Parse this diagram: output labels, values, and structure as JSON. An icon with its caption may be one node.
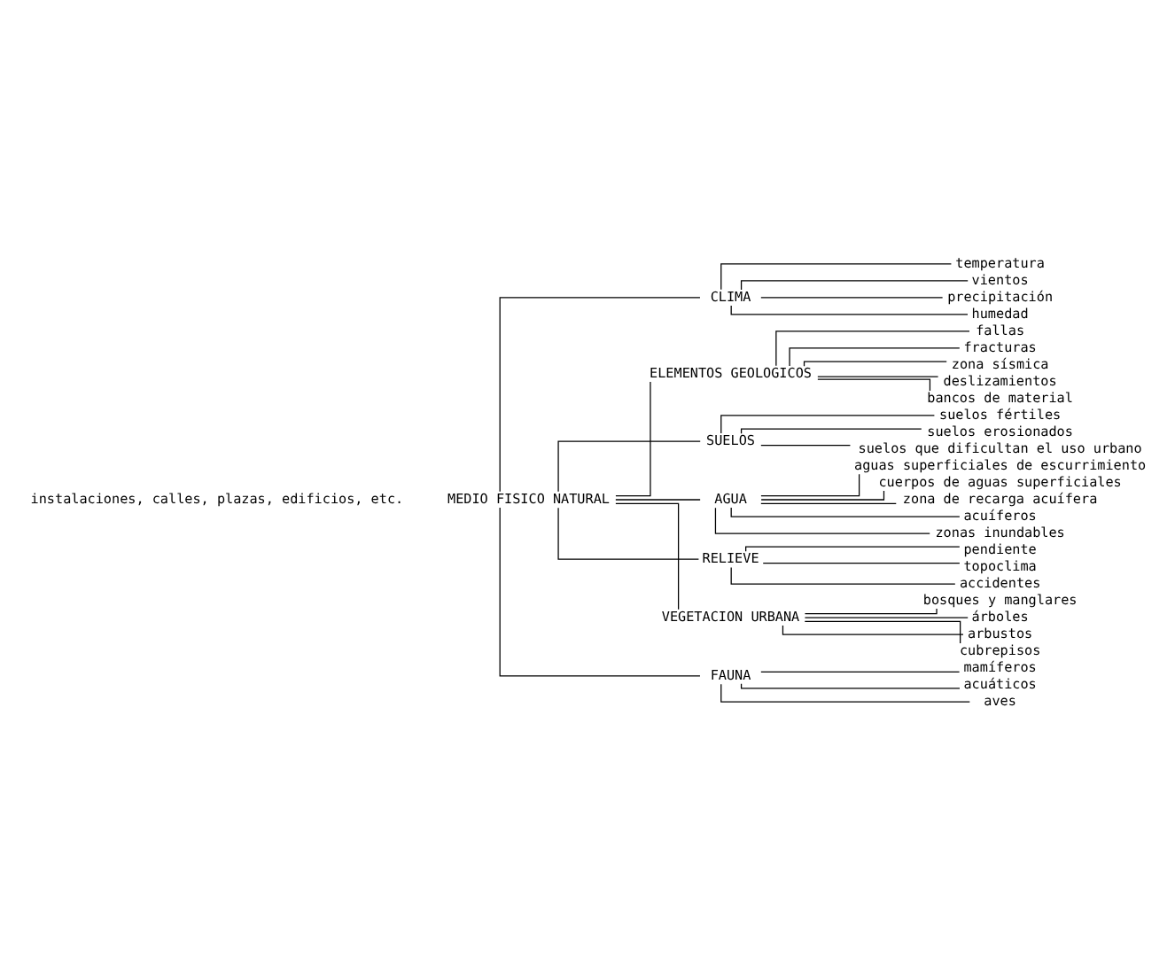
{
  "diagram": {
    "nodes": [
      {
        "text": [
          "MEDIO FISICO NATURAL"
        ]
      },
      {
        "text": [
          "CLIMA"
        ]
      },
      {
        "text": [
          "temperatura"
        ]
      },
      {
        "text": [
          "vientos"
        ]
      },
      {
        "text": [
          "precipitación"
        ]
      },
      {
        "text": [
          "humedad"
        ]
      },
      {
        "text": [
          "ELEMENTOS GEOLOGICOS"
        ]
      },
      {
        "text": [
          "fallas"
        ]
      },
      {
        "text": [
          "fracturas"
        ]
      },
      {
        "text": [
          "zona sísmica"
        ]
      },
      {
        "text": [
          "deslizamientos"
        ]
      },
      {
        "text": [
          "bancos de material"
        ]
      },
      {
        "text": [
          "SUELOS"
        ]
      },
      {
        "text": [
          "suelos fértiles"
        ]
      },
      {
        "text": [
          "suelos erosionados"
        ]
      },
      {
        "text": [
          "suelos que dificultan el uso urbano"
        ]
      },
      {
        "text": [
          "AGUA"
        ]
      },
      {
        "text": [
          "aguas superficiales de escurrimiento"
        ]
      },
      {
        "text": [
          "cuerpos de aguas superficiales"
        ]
      },
      {
        "text": [
          "zona de recarga acuífera"
        ]
      },
      {
        "text": [
          "acuíferos"
        ]
      },
      {
        "text": [
          "zonas inundables"
        ]
      },
      {
        "text": [
          "RELIEVE"
        ]
      },
      {
        "text": [
          "pendiente"
        ]
      },
      {
        "text": [
          "topoclima"
        ]
      },
      {
        "text": [
          "accidentes"
        ]
      },
      {
        "text": [
          "VEGETACION URBANA"
        ]
      },
      {
        "text": [
          "bosques y manglares"
        ]
      },
      {
        "text": [
          "árboles"
        ]
      },
      {
        "text": [
          "arbustos"
        ]
      },
      {
        "text": [
          "cubrepisos"
        ]
      },
      {
        "text": [
          "FAUNA"
        ]
      },
      {
        "text": [
          "mamíferos"
        ]
      },
      {
        "text": [
          "acuáticos"
        ]
      },
      {
        "text": [
          "aves"
        ]
      }
    ],
    "edges": [
      {
        "from": 0,
        "to": 1,
        "arrow": "none"
      },
      {
        "from": 1,
        "to": 2,
        "arrow": "none"
      },
      {
        "from": 1,
        "to": 3,
        "arrow": "none"
      },
      {
        "from": 1,
        "to": 4,
        "arrow": "none"
      },
      {
        "from": 1,
        "to": 5,
        "arrow": "none"
      },
      {
        "from": 0,
        "to": 6,
        "arrow": "none"
      },
      {
        "from": 6,
        "to": 7,
        "arrow": "none"
      },
      {
        "from": 6,
        "to": 8,
        "arrow": "none"
      },
      {
        "from": 6,
        "to": 9,
        "arrow": "none"
      },
      {
        "from": 6,
        "to": 10,
        "arrow": "none"
      },
      {
        "from": 6,
        "to": 11,
        "arrow": "none"
      },
      {
        "from": 0,
        "to": 12,
        "arrow": "none"
      },
      {
        "from": 12,
        "to": 13,
        "arrow": "none"
      },
      {
        "from": 12,
        "to": 14,
        "arrow": "none"
      },
      {
        "from": 12,
        "to": 15,
        "arrow": "none"
      },
      {
        "from": 0,
        "to": 16,
        "arrow": "none"
      },
      {
        "from": 16,
        "to": 17,
        "arrow": "none"
      },
      {
        "from": 16,
        "to": 18,
        "arrow": "none"
      },
      {
        "from": 16,
        "to": 19,
        "arrow": "none"
      },
      {
        "from": 16,
        "to": 20,
        "arrow": "none"
      },
      {
        "from": 16,
        "to": 21,
        "arrow": "none"
      },
      {
        "from": 0,
        "to": 22,
        "arrow": "none"
      },
      {
        "from": 22,
        "to": 23,
        "arrow": "none"
      },
      {
        "from": 22,
        "to": 24,
        "arrow": "none"
      },
      {
        "from": 22,
        "to": 25,
        "arrow": "none"
      },
      {
        "from": 0,
        "to": 26,
        "arrow": "none"
      },
      {
        "from": 26,
        "to": 27,
        "arrow": "none"
      },
      {
        "from": 26,
        "to": 28,
        "arrow": "none"
      },
      {
        "from": 26,
        "to": 29,
        "arrow": "none"
      },
      {
        "from": 26,
        "to": 30,
        "arrow": "none"
      },
      {
        "from": 0,
        "to": 31,
        "arrow": "none"
      },
      {
        "from": 31,
        "to": 32,
        "arrow": "none"
      },
      {
        "from": 31,
        "to": 33,
        "arrow": "none"
      },
      {
        "from": 31,
        "to": 34,
        "arrow": "none"
      }
    ],
    "labels": [
      "instalaciones, calles, plazas, edificios, etc."
    ]
  }
}
